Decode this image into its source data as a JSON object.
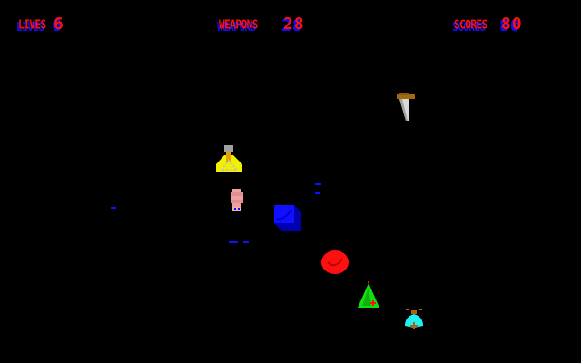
{
  "hud": {
    "lives_label": "LIVES",
    "lives_value": "6",
    "weapons_label": "WEAPONS",
    "weapons_value": "28",
    "score_label": "SCORES",
    "score_value": "80"
  },
  "colors": {
    "hud_text": "#ff1010",
    "hud_shadow": "#1010ff",
    "background": "#000000"
  },
  "objects": [
    "potion-bottle",
    "pink-worm",
    "blue-cube",
    "red-ball",
    "green-tree",
    "cyan-fly",
    "dagger",
    "blue-dashes"
  ]
}
